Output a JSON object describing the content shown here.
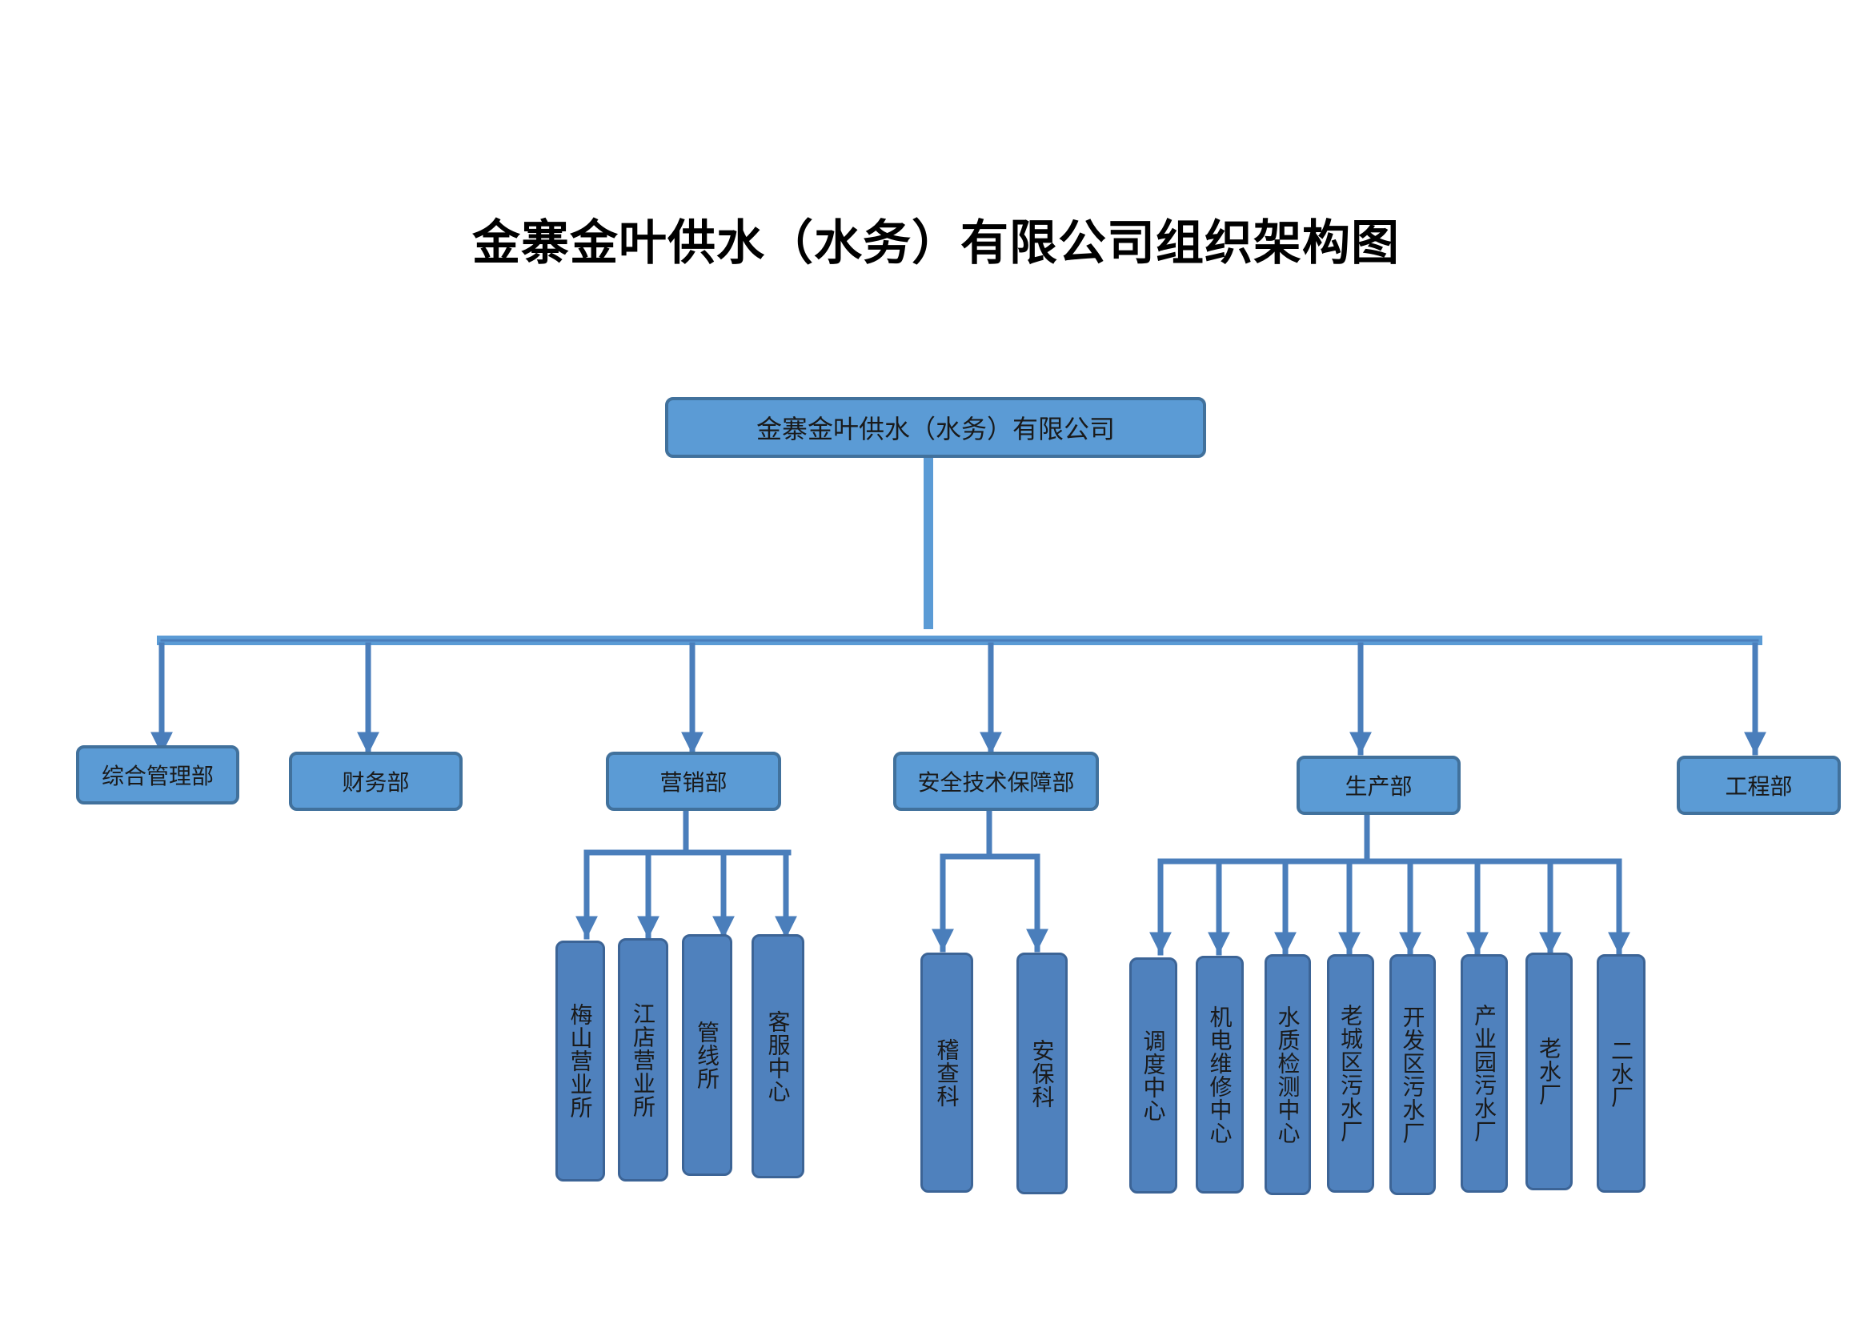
{
  "title": "金寨金叶供水（水务）有限公司组织架构图",
  "colors": {
    "box_fill": "#5b9bd5",
    "box_border": "#41719c",
    "unit_fill": "#4f81bd",
    "connector": "#4a7ebb"
  },
  "root": {
    "label": "金寨金叶供水（水务）有限公司"
  },
  "departments": [
    {
      "label": "综合管理部",
      "units": []
    },
    {
      "label": "财务部",
      "units": []
    },
    {
      "label": "营销部",
      "units": [
        "梅山营业所",
        "江店营业所",
        "管线所",
        "客服中心"
      ]
    },
    {
      "label": "安全技术保障部",
      "units": [
        "稽查科",
        "安保科"
      ]
    },
    {
      "label": "生产部",
      "units": [
        "调度中心",
        "机电维修中心",
        "水质检测中心",
        "老城区污水厂",
        "开发区污水厂",
        "产业园污水厂",
        "老水厂",
        "二水厂"
      ]
    },
    {
      "label": "工程部",
      "units": []
    }
  ]
}
